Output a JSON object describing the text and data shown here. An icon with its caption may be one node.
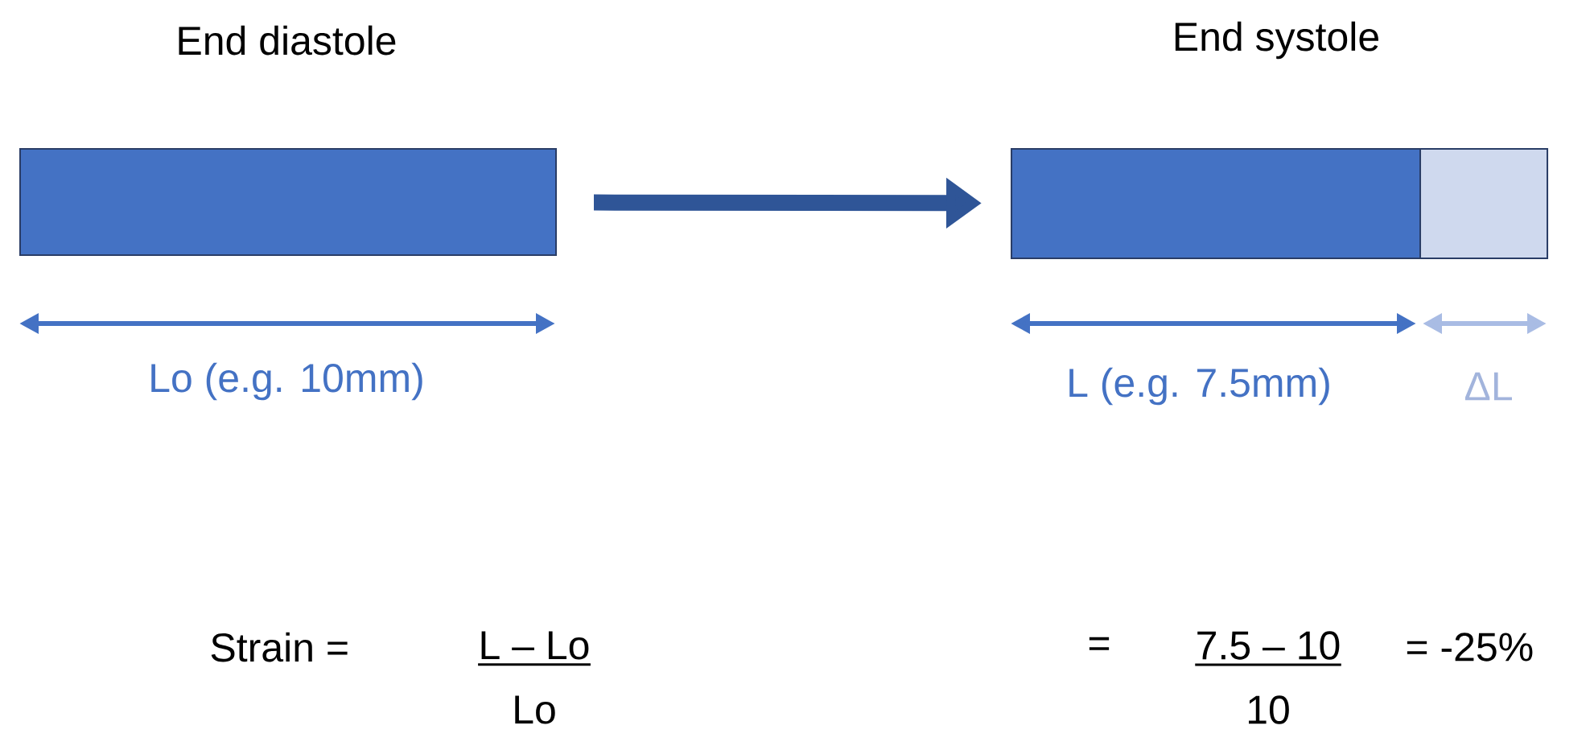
{
  "diagram": {
    "nodes": [
      {
        "text": [
          "End diastole"
        ]
      },
      {
        "text": [
          "End systole"
        ]
      },
      {
        "text": [],
        "shape": "box",
        "in": 1
      }
    ],
    "edges": [
      {
        "from": 0,
        "to": 1,
        "arrow": "to"
      }
    ],
    "labels": [
      "Lo (e.g. 10mm)",
      "L (e.g. 7.5mm)",
      "ΔL",
      "Strain =",
      "L – Lo",
      "=",
      "7.5 – 10",
      "= -25%",
      "Lo",
      "10"
    ]
  }
}
